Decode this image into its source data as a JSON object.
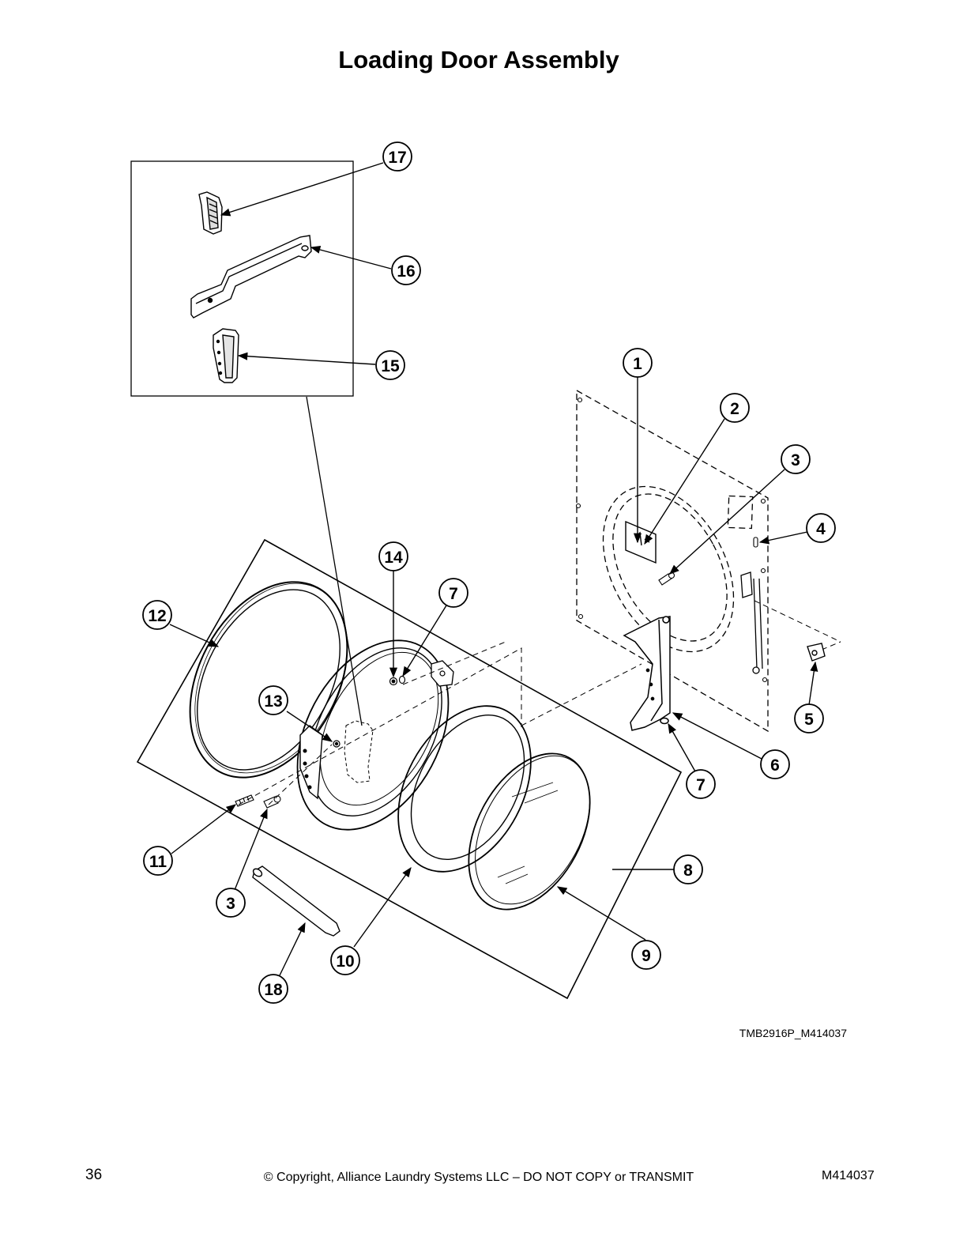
{
  "page": {
    "title": "Loading Door Assembly",
    "figure_id": "TMB2916P_M414037",
    "page_number": "36",
    "copyright": "© Copyright, Alliance Laundry Systems LLC – DO NOT COPY or TRANSMIT",
    "doc_number": "M414037"
  },
  "callouts": [
    "17",
    "16",
    "15",
    "1",
    "2",
    "3",
    "4",
    "14",
    "7",
    "12",
    "13",
    "5",
    "6",
    "7",
    "11",
    "3",
    "8",
    "9",
    "10",
    "18"
  ]
}
